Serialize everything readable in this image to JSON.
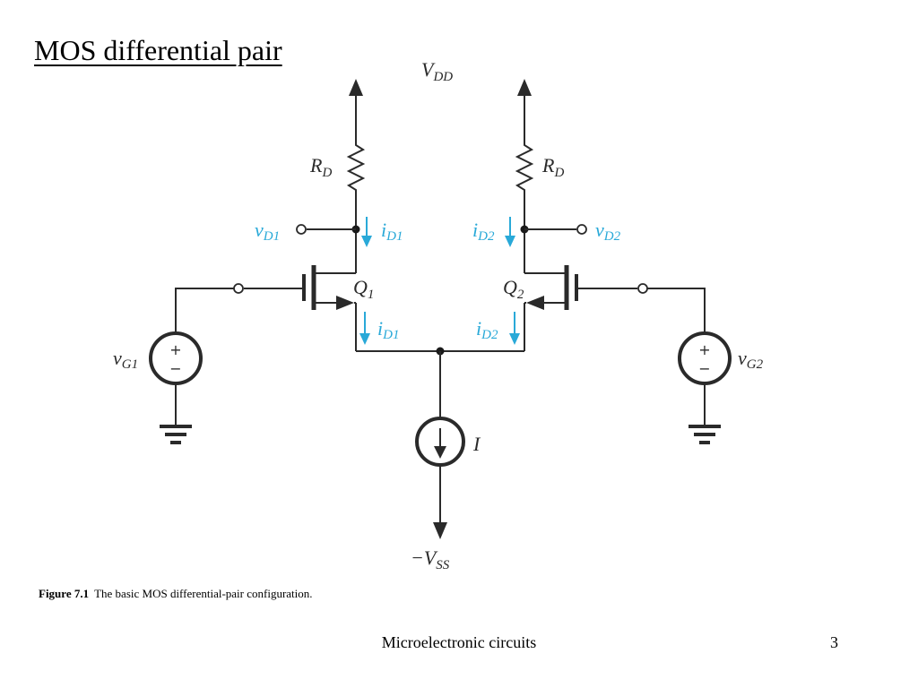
{
  "slide": {
    "title": "MOS differential pair",
    "caption_label": "Figure 7.1",
    "caption_text": "The basic MOS differential-pair configuration.",
    "footer_text": "Microelectronic circuits",
    "page_number": "3"
  },
  "diagram": {
    "labels": {
      "vdd_main": "V",
      "vdd_sub": "DD",
      "rd_left_main": "R",
      "rd_left_sub": "D",
      "rd_right_main": "R",
      "rd_right_sub": "D",
      "vd1_main": "v",
      "vd1_sub": "D1",
      "vd2_main": "v",
      "vd2_sub": "D2",
      "id1_top_main": "i",
      "id1_top_sub": "D1",
      "id2_top_main": "i",
      "id2_top_sub": "D2",
      "q1_main": "Q",
      "q1_sub": "1",
      "q2_main": "Q",
      "q2_sub": "2",
      "id1_bottom_main": "i",
      "id1_bottom_sub": "D1",
      "id2_bottom_main": "i",
      "id2_bottom_sub": "D2",
      "vg1_main": "v",
      "vg1_sub": "G1",
      "vg2_main": "v",
      "vg2_sub": "G2",
      "current_source": "I",
      "vss_main": "−V",
      "vss_sub": "SS",
      "plus": "+",
      "minus": "−"
    },
    "colors": {
      "wire": "#2a2a2a",
      "current_arrow": "#29a9d8"
    }
  }
}
